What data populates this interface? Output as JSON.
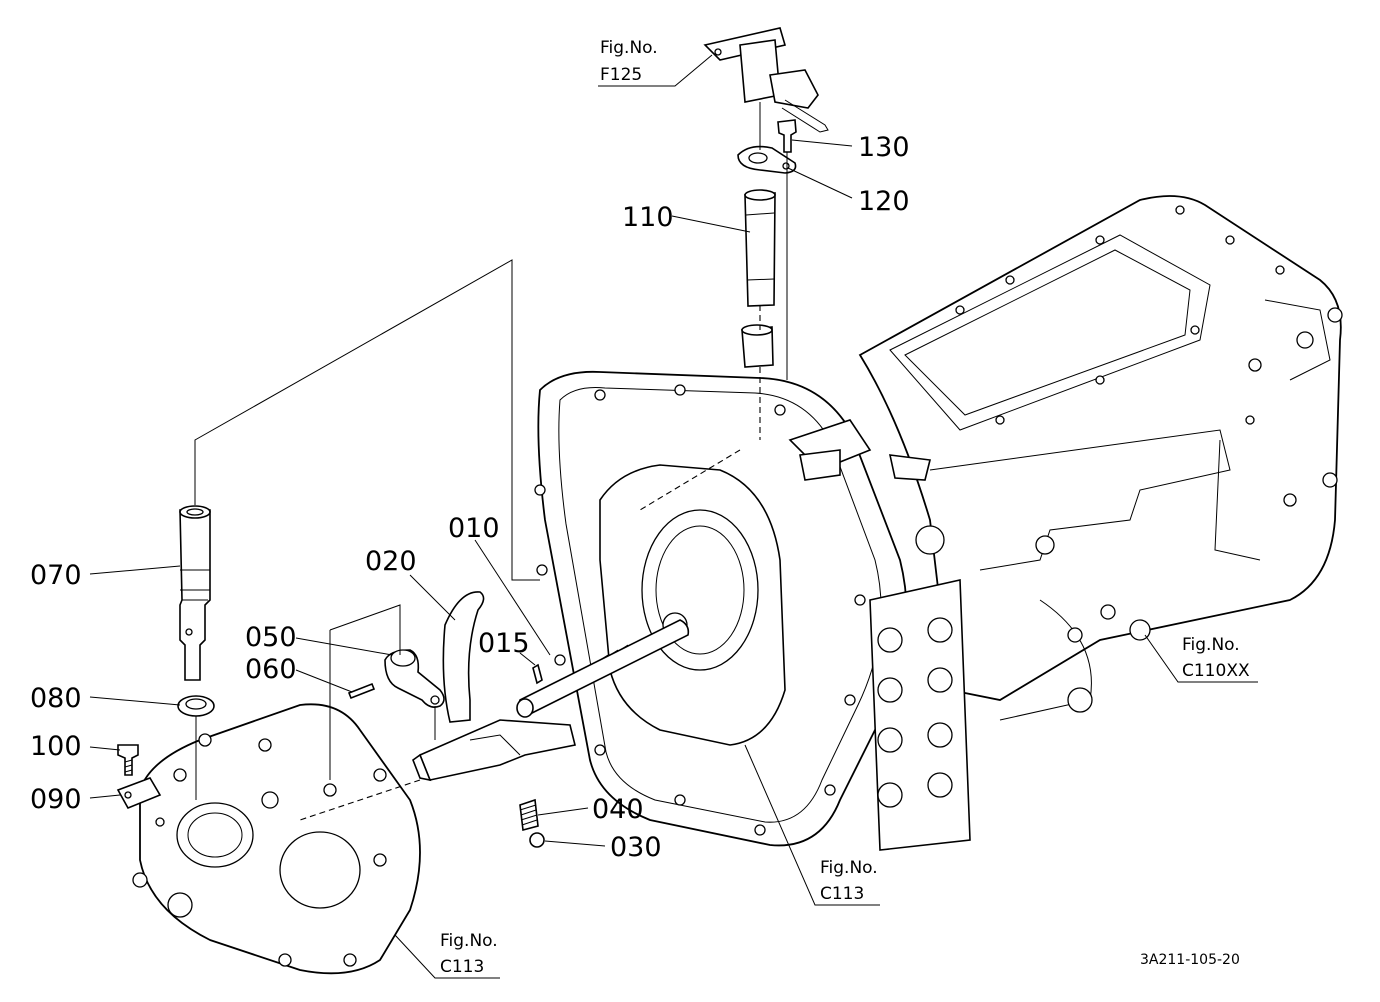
{
  "parts": [
    {
      "id": "010"
    },
    {
      "id": "015"
    },
    {
      "id": "020"
    },
    {
      "id": "030"
    },
    {
      "id": "040"
    },
    {
      "id": "050"
    },
    {
      "id": "060"
    },
    {
      "id": "070"
    },
    {
      "id": "080"
    },
    {
      "id": "090"
    },
    {
      "id": "100"
    },
    {
      "id": "110"
    },
    {
      "id": "120"
    },
    {
      "id": "130"
    }
  ],
  "fig_refs": [
    {
      "caption": "Fig.No.",
      "code": "F125"
    },
    {
      "caption": "Fig.No.",
      "code": "C110XX"
    },
    {
      "caption": "Fig.No.",
      "code": "C113"
    },
    {
      "caption": "Fig.No.",
      "code": "C113"
    }
  ],
  "drawing_code": "3A211-105-20"
}
